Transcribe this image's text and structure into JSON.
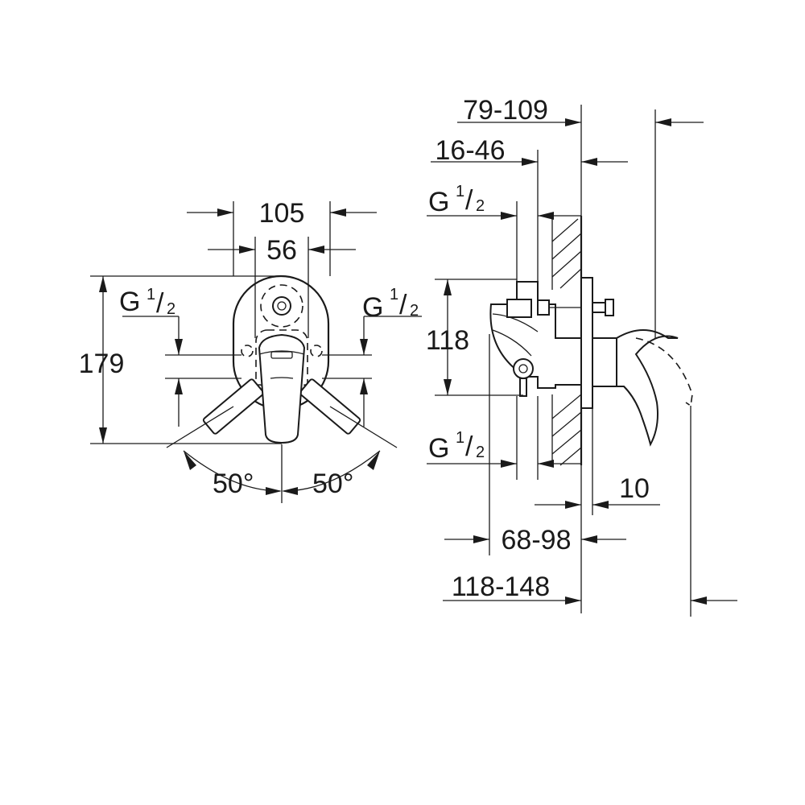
{
  "front_view": {
    "width_outer": "105",
    "width_inner": "56",
    "height": "179",
    "inlet_left": {
      "main": "G",
      "num": "1",
      "slash": "/",
      "den": "2"
    },
    "inlet_right": {
      "main": "G",
      "num": "1",
      "slash": "/",
      "den": "2"
    },
    "angle_left": "50°",
    "angle_right": "50°"
  },
  "side_view": {
    "depth_total_top": "79-109",
    "depth_body": "16-46",
    "inlet_top": {
      "main": "G",
      "num": "1",
      "slash": "/",
      "den": "2"
    },
    "height": "118",
    "inlet_bottom": {
      "main": "G",
      "num": "1",
      "slash": "/",
      "den": "2"
    },
    "plate_gap": "10",
    "depth_install": "68-98",
    "depth_total_bottom": "118-148"
  }
}
